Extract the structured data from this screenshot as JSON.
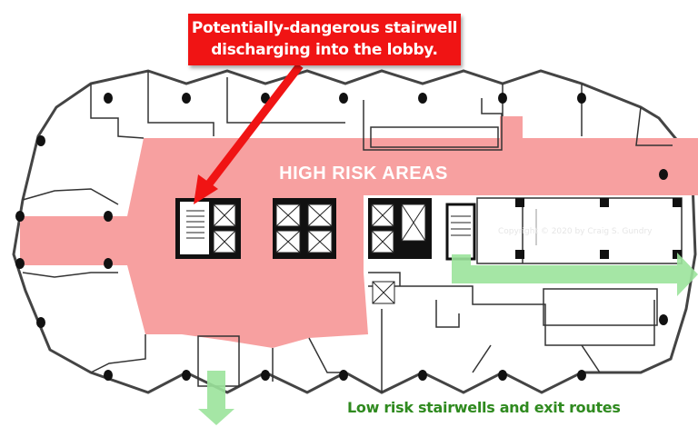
{
  "callout": {
    "lines": [
      "Potentially-dangerous stairwell",
      "discharging into the lobby."
    ],
    "color": "#f01414"
  },
  "labels": {
    "high_risk": "HIGH RISK AREAS",
    "low_risk": "Low risk stairwells and exit routes",
    "copyright": "Copyright © 2020 by Craig S. Gundry"
  },
  "colors": {
    "high_risk_fill": "#f7a0a0",
    "exit_route_fill": "#9be39b",
    "low_risk_text": "#2f8a1f",
    "walls": "#333333"
  }
}
